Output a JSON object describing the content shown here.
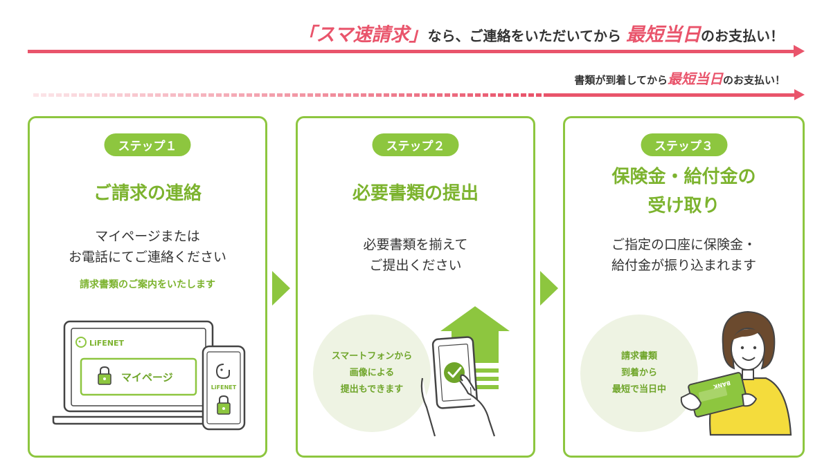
{
  "banner_top": {
    "bracket_open": "「",
    "highlight": "スマ速請求",
    "bracket_close": "」",
    "middle": "なら、ご連絡をいただいてから",
    "emphasis": "最短当日",
    "end": "のお支払い！"
  },
  "banner_sub": {
    "lead": "書類が到着してから",
    "emphasis": "最短当日",
    "end": "のお支払い！"
  },
  "steps": [
    {
      "badge": "ステップ１",
      "title_lines": [
        "ご請求の連絡"
      ],
      "desc_lines": [
        "マイページまたは",
        "お電話にてご連絡ください"
      ],
      "note": "請求書類のご案内をいたします",
      "laptop_logo": "LiFENET",
      "phone_logo": "LiFENET",
      "mypage_button": "マイページ"
    },
    {
      "badge": "ステップ２",
      "title_lines": [
        "必要書類の提出"
      ],
      "desc_lines": [
        "必要書類を揃えて",
        "ご提出ください"
      ],
      "circle_lines": [
        "スマートフォンから",
        "画像による",
        "提出もできます"
      ]
    },
    {
      "badge": "ステップ３",
      "title_lines": [
        "保険金・給付金の",
        "受け取り"
      ],
      "desc_lines": [
        "ご指定の口座に保険金・",
        "給付金が振り込まれます"
      ],
      "circle_lines": [
        "請求書類",
        "到着から",
        "最短で当日中"
      ],
      "card_text": "BANK"
    }
  ],
  "colors": {
    "accent_green": "#8dc63f",
    "title_green": "#7cb32e",
    "accent_pink": "#e9546b",
    "circle_bg": "#eef3e3",
    "dark_green": "#5a9a1a"
  }
}
